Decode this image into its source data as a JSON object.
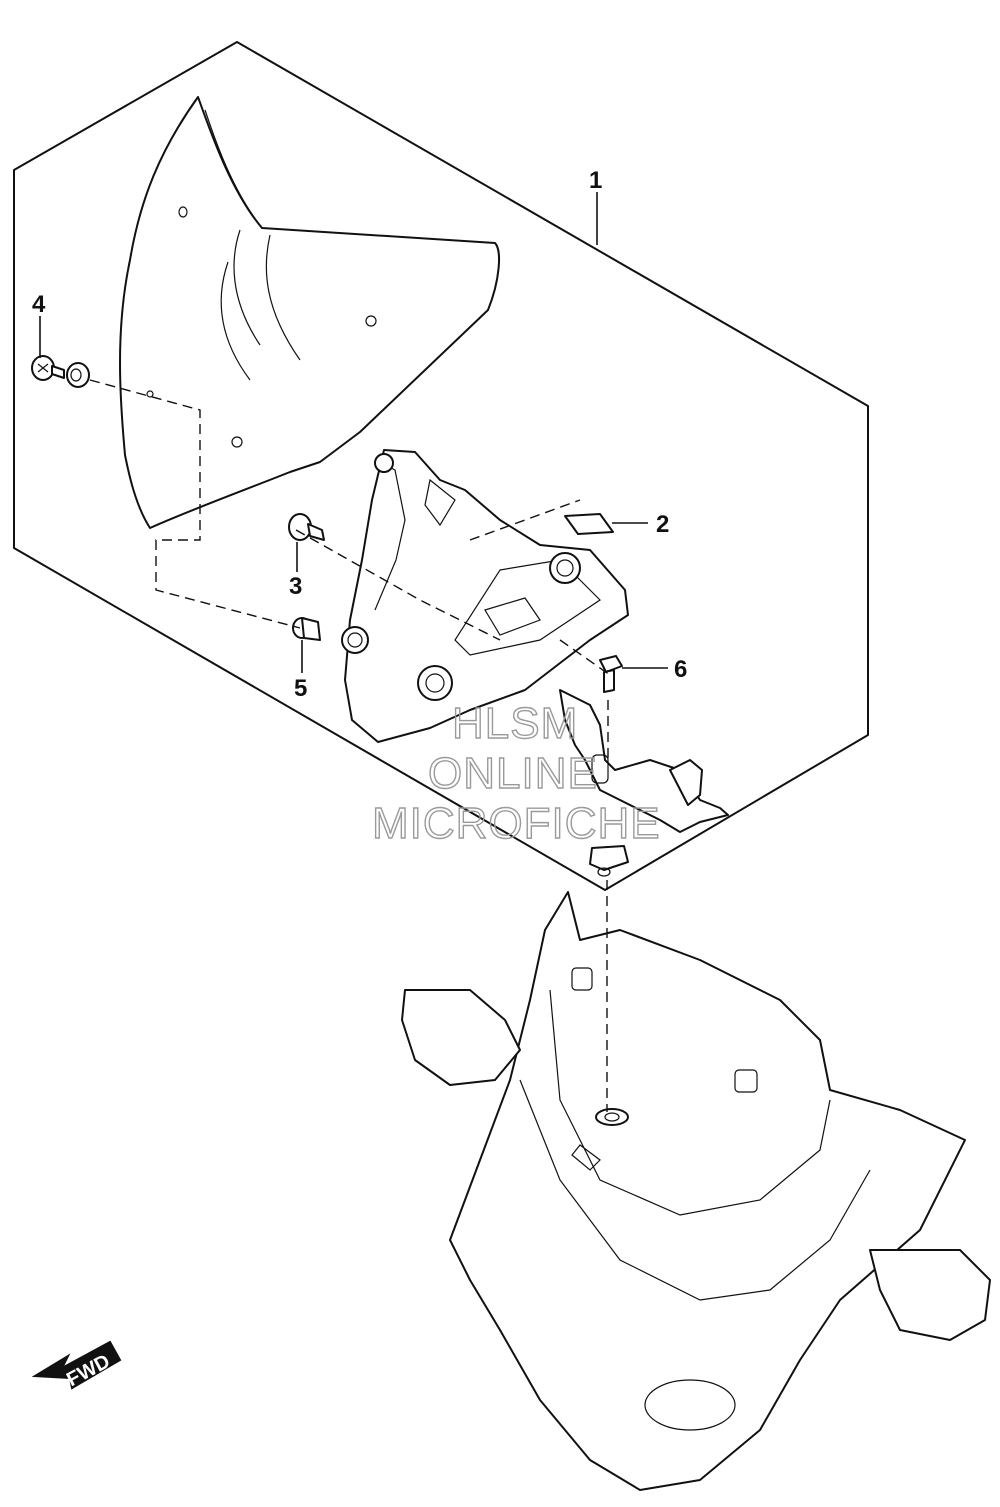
{
  "callouts": [
    {
      "id": "1",
      "label": "1"
    },
    {
      "id": "2",
      "label": "2"
    },
    {
      "id": "3",
      "label": "3"
    },
    {
      "id": "4",
      "label": "4"
    },
    {
      "id": "5",
      "label": "5"
    },
    {
      "id": "6",
      "label": "6"
    }
  ],
  "watermark": {
    "line1": "HLSM",
    "line2": "ONLINE",
    "line3": "MICROFICHE",
    "color": "#9a9a9a"
  },
  "fwd_badge": {
    "label": "FWD",
    "icon": "arrow-left-down-icon"
  }
}
